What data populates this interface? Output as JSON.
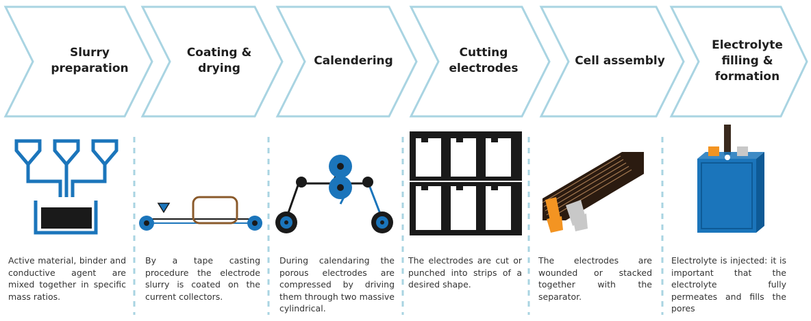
{
  "steps": [
    {
      "title": "Slurry\npreparation",
      "description": "Active material, binder and conductive agent are mixed together in specific mass ratios."
    },
    {
      "title": "Coating &\ndrying",
      "description": "By a tape casting procedure the electrode slurry is coated on the current collectors."
    },
    {
      "title": "Calendering",
      "description": "During calendaring the porous electrodes are compressed by driving them through two massive cylindrical."
    },
    {
      "title": "Cutting\nelectrodes",
      "description": "The electrodes are cut or punched into strips of a desired shape."
    },
    {
      "title": "Cell assembly",
      "description": "The electrodes are wounded or stacked together with the separator."
    },
    {
      "title": "Electrolyte\nfilling &\nformation",
      "description": "Electrolyte is injected: it is important that the electrolyte fully permeates and fills the pores"
    }
  ],
  "colors": {
    "chevron_stroke": "#a9d4e2",
    "blue": "#1b75bb",
    "dark": "#1a1a1a",
    "brown": "#8a5a2b",
    "orange": "#f39422",
    "grey": "#c8c8c8",
    "dashed": "#a9d4e2"
  }
}
